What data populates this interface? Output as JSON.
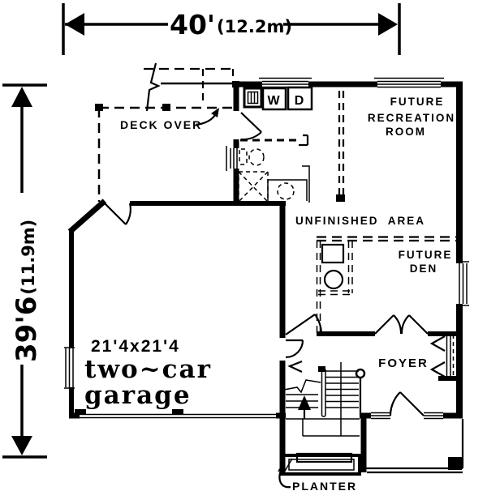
{
  "dimension_top": {
    "feet": "40'",
    "metric": "(12.2m)"
  },
  "dimension_left": {
    "feet": "39'6",
    "metric": "(11.9m)"
  },
  "labels": {
    "deck": "DECK OVER",
    "rec_line1": "FUTURE",
    "rec_line2": "RECREATION",
    "rec_line3": "ROOM",
    "unfinished": "UNFINISHED AREA",
    "den_line1": "FUTURE",
    "den_line2": "DEN",
    "foyer": "FOYER",
    "garage_dims": "21'4x21'4",
    "garage_line1": "two~car",
    "garage_line2": "garage",
    "planter": "PLANTER",
    "washer": "W",
    "dryer": "D"
  },
  "colors": {
    "ink": "#000000",
    "paper": "#ffffff"
  }
}
